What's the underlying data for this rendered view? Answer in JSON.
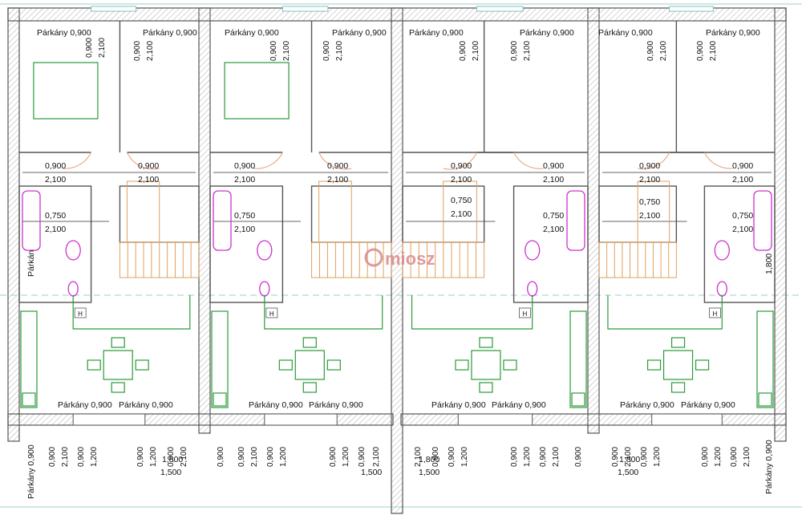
{
  "colors": {
    "wall": "#555555",
    "wall_fill": "#ffffff",
    "hatch": "#b9b9b9",
    "dim_line": "#e8a07a",
    "furniture": "#2a9a3a",
    "stair": "#e0a060",
    "sanitary": "#cc33cc",
    "text": "#111111",
    "guide": "#7fbfbf",
    "watermark": "#d88a8a"
  },
  "labels": {
    "parapet": "Párkány 0,900",
    "parapet_short": "Párkán",
    "parapet_side": "Párkány 0,900",
    "side_dim": "1,800",
    "marker": "H"
  },
  "dims": {
    "door_w": "0,900",
    "door_h": "2,100",
    "small_w": "0,750",
    "window_w": "1,200",
    "bath_w": "1,500",
    "ext_w": "1,800"
  },
  "watermark": "miosz",
  "units": [
    "unit-1",
    "unit-2",
    "unit-3",
    "unit-4"
  ]
}
